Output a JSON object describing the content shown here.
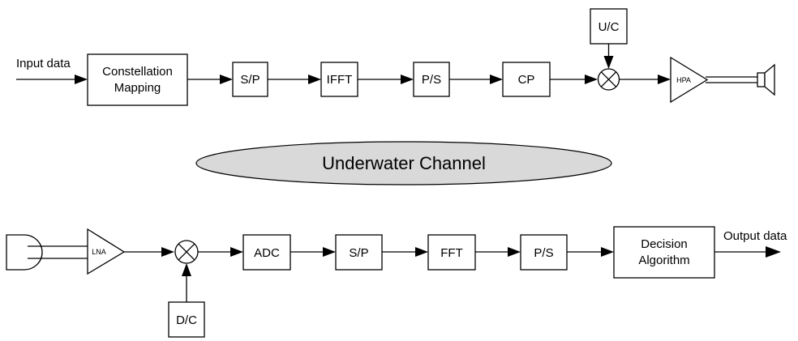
{
  "transmitter": {
    "input_label": "Input data",
    "constellation_line1": "Constellation",
    "constellation_line2": "Mapping",
    "sp": "S/P",
    "ifft": "IFFT",
    "ps": "P/S",
    "cp": "CP",
    "upconverter": "U/C",
    "hpa": "HPA",
    "mixer_icon": "mixer-circle-x-icon",
    "transducer_icon": "speaker-transducer-icon"
  },
  "channel": {
    "label": "Underwater Channel",
    "fill_color": "#d9d9d9"
  },
  "receiver": {
    "lna": "LNA",
    "downconverter": "D/C",
    "adc": "ADC",
    "sp": "S/P",
    "fft": "FFT",
    "ps": "P/S",
    "decision_line1": "Decision",
    "decision_line2": "Algorithm",
    "output_label": "Output data",
    "mixer_icon": "mixer-circle-x-icon",
    "hydrophone_icon": "hydrophone-icon"
  }
}
